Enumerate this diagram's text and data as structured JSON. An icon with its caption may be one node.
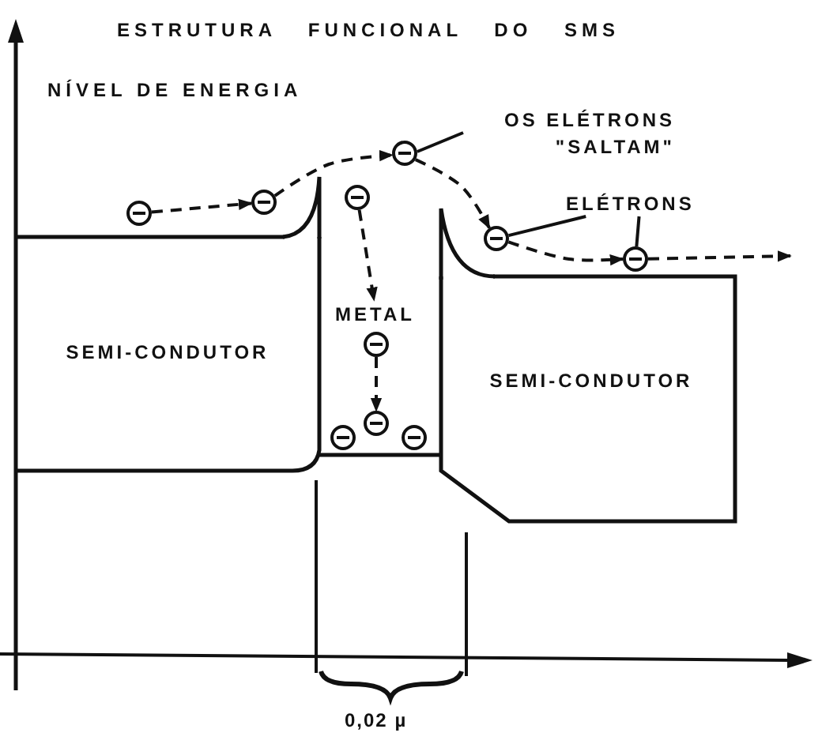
{
  "diagram": {
    "title": "ESTRUTURA FUNCIONAL DO SMS",
    "nodes": [
      {
        "text": [
          "SEMI-CONDUTOR"
        ]
      },
      {
        "text": [
          "SEMI-CONDUTOR"
        ]
      },
      {
        "text": [
          "METAL"
        ]
      },
      {
        "text": [
          "OS ELÉTRONS \"SALTAM\""
        ]
      },
      {
        "text": [
          "ELÉTRONS"
        ]
      },
      {
        "text": [],
        "shape": "circle"
      },
      {
        "text": [],
        "shape": "circle"
      },
      {
        "text": [],
        "shape": "circle"
      },
      {
        "text": [],
        "shape": "circle"
      },
      {
        "text": [],
        "shape": "circle"
      },
      {
        "text": [],
        "shape": "circle"
      },
      {
        "text": [],
        "shape": "circle"
      },
      {
        "text": [],
        "shape": "circle"
      },
      {
        "text": [],
        "shape": "circle"
      },
      {
        "text": [],
        "shape": "circle"
      }
    ],
    "edges": [
      {
        "from": 5,
        "to": 6,
        "arrow": "to",
        "style": "dashed"
      },
      {
        "from": 6,
        "to": 11,
        "arrow": "to",
        "style": "dashed"
      },
      {
        "from": 11,
        "to": 13,
        "arrow": "to",
        "style": "dashed"
      },
      {
        "from": 13,
        "to": 14,
        "arrow": "to",
        "style": "dashed"
      },
      {
        "from": 14,
        "to": null,
        "arrow": "to",
        "style": "dashed"
      },
      {
        "from": 8,
        "to": 2,
        "arrow": "to",
        "style": "dashed"
      },
      {
        "from": 9,
        "to": 10,
        "arrow": "to",
        "style": "dashed"
      },
      {
        "from": 3,
        "to": 11,
        "arrow": "none"
      },
      {
        "from": 4,
        "to": 13,
        "arrow": "none"
      },
      {
        "from": 4,
        "to": 14,
        "arrow": "none"
      }
    ],
    "labels": [
      "NÍVEL DE ENERGIA",
      "0,02 µ"
    ]
  }
}
